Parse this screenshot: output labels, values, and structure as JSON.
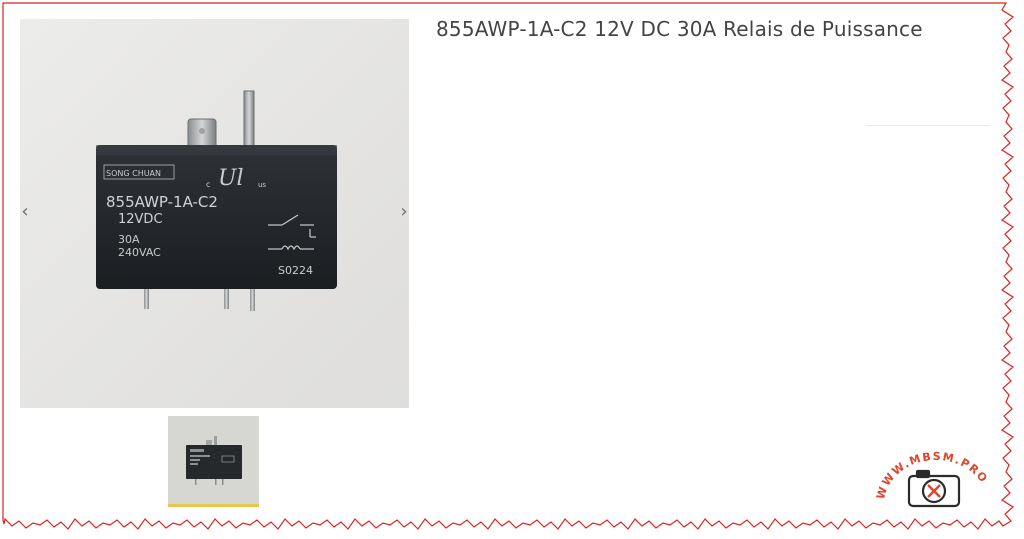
{
  "product": {
    "title": "855AWP-1A-C2 12V DC 30A Relais de Puissance"
  },
  "gallery": {
    "prev_icon": "chevron-left-icon",
    "next_icon": "chevron-right-icon",
    "active_thumbnail": 1,
    "thumbnail_count": 1
  },
  "relay_label": {
    "brand": "SONG CHUAN",
    "model": "855AWP-1A-C2",
    "voltage": "12VDC",
    "current": "30A",
    "ac_rating": "240VAC",
    "code": "S0224",
    "cert_c": "c",
    "cert_ul": "Ul",
    "cert_us": "us"
  },
  "watermark": {
    "text": "WWW.MBSM.PRO",
    "icon": "camera-icon"
  },
  "colors": {
    "border": "#d9231d",
    "title_text": "#444444",
    "thumbnail_active": "#e8c74a",
    "watermark": "#e0442a"
  }
}
